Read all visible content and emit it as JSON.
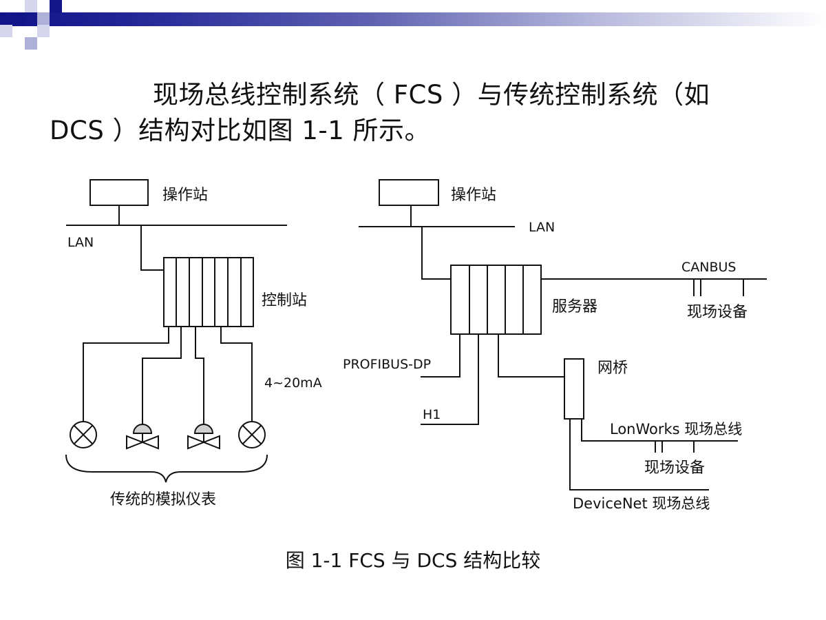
{
  "slide": {
    "intro_line_1": "现场总线控制系统（ FCS ）与传统控制系统（如",
    "intro_line_2": "DCS ）结构对比如图 1-1 所示。",
    "caption": "图 1-1  FCS 与 DCS 结构比较"
  },
  "colors": {
    "header_bar_dark": "#12148a",
    "header_bar_light": "#ffffff",
    "line_color": "#111111",
    "valve_top_fill": "#d0d0d0"
  },
  "dcs_diagram": {
    "operator_station_label": "操作站",
    "lan_label": "LAN",
    "control_station_label": "控制站",
    "signal_label": "4~20mA",
    "instruments_label": "传统的模拟仪表"
  },
  "fcs_diagram": {
    "operator_station_label": "操作站",
    "lan_label": "LAN",
    "server_label": "服务器",
    "canbus_label": "CANBUS",
    "canbus_devices_label": "现场设备",
    "profibus_label": "PROFIBUS-DP",
    "h1_label": "H1",
    "bridge_label": "网桥",
    "lonworks_label": "LonWorks 现场总线",
    "lonworks_devices_label": "现场设备",
    "devicenet_label": "DeviceNet 现场总线"
  }
}
